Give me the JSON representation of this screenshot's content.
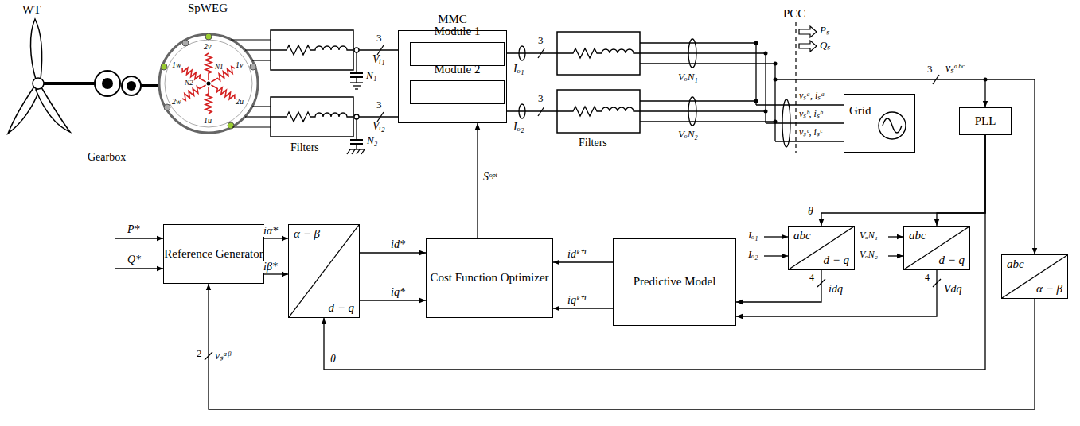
{
  "diagram": {
    "nodes": [
      {
        "text": [
          "MMC"
        ]
      },
      {
        "text": [
          "Module 1"
        ],
        "in": 0
      },
      {
        "text": [
          "Module 2"
        ],
        "in": 0
      },
      {
        "text": [
          "Grid"
        ]
      },
      {
        "text": [
          "PLL"
        ]
      },
      {
        "text": [
          "abc",
          "d − q"
        ]
      },
      {
        "text": [
          "abc",
          "d − q"
        ]
      },
      {
        "text": [
          "abc",
          "α − β"
        ]
      },
      {
        "text": [
          "Reference Generator"
        ]
      },
      {
        "text": [
          "α − β",
          "d − q"
        ]
      },
      {
        "text": [
          "Cost Function Optimizer"
        ]
      },
      {
        "text": [
          "Predictive Model"
        ]
      }
    ],
    "edges": [
      {
        "from": 8,
        "to": 9,
        "arrow": "to",
        "label": "iα*"
      },
      {
        "from": 8,
        "to": 9,
        "arrow": "to",
        "label": "iβ*"
      },
      {
        "from": 9,
        "to": 10,
        "arrow": "to",
        "label": "id*"
      },
      {
        "from": 9,
        "to": 10,
        "arrow": "to",
        "label": "iq*"
      },
      {
        "from": 11,
        "to": 10,
        "arrow": "to",
        "label": "idᵏ⁺¹"
      },
      {
        "from": 11,
        "to": 10,
        "arrow": "to",
        "label": "iqᵏ⁺¹"
      },
      {
        "from": 10,
        "to": 0,
        "arrow": "to",
        "label": "Sᵒᵖᵗ"
      },
      {
        "from": 5,
        "to": 11,
        "arrow": "to",
        "label": "idq"
      },
      {
        "from": 6,
        "to": 11,
        "arrow": "to",
        "label": "Vdq"
      },
      {
        "from": 4,
        "to": 5,
        "arrow": "to",
        "label": "θ"
      },
      {
        "from": 4,
        "to": 6,
        "arrow": "to"
      },
      {
        "from": 4,
        "to": 9,
        "arrow": "to",
        "label": "θ"
      },
      {
        "from": 7,
        "to": 8,
        "arrow": "to",
        "label": "vₛᵅᵝ"
      }
    ],
    "labels": [
      "WT",
      "Gearbox",
      "SpWEG",
      "1w",
      "2v",
      "1v",
      "2w",
      "2u",
      "1u",
      "N1",
      "N2",
      "Filters",
      "Filters",
      "N₁",
      "N₂",
      "3",
      "Vᵢ₁",
      "3",
      "Vᵢ₂",
      "3",
      "Iₒ₁",
      "3",
      "Iₒ₂",
      "VₒN₁",
      "VₒN₂",
      "PCC",
      "Pₛ",
      "Qₛ",
      "vₛᵃ, iₛᵃ",
      "vₛᵇ, iₛᵇ",
      "vₛᶜ, iₛᶜ",
      "3",
      "vₛᵃᵇᶜ",
      "P*",
      "Q*",
      "Iₒ₁",
      "Iₒ₂",
      "VₒN₁",
      "VₒN₂",
      "4",
      "4",
      "2"
    ]
  }
}
